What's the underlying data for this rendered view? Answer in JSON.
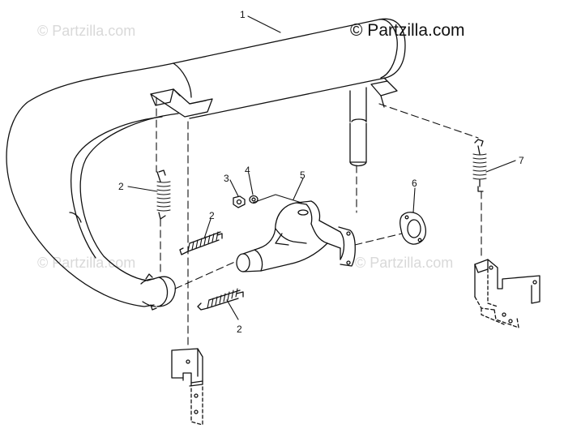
{
  "watermarks": {
    "main": "© Partzilla.com",
    "faint": "© Partzilla.com"
  },
  "callouts": [
    "1",
    "2",
    "2",
    "2",
    "3",
    "4",
    "5",
    "6",
    "7"
  ],
  "colors": {
    "line": "#111111",
    "watermark": "#d9d9d9",
    "background": "#ffffff"
  }
}
